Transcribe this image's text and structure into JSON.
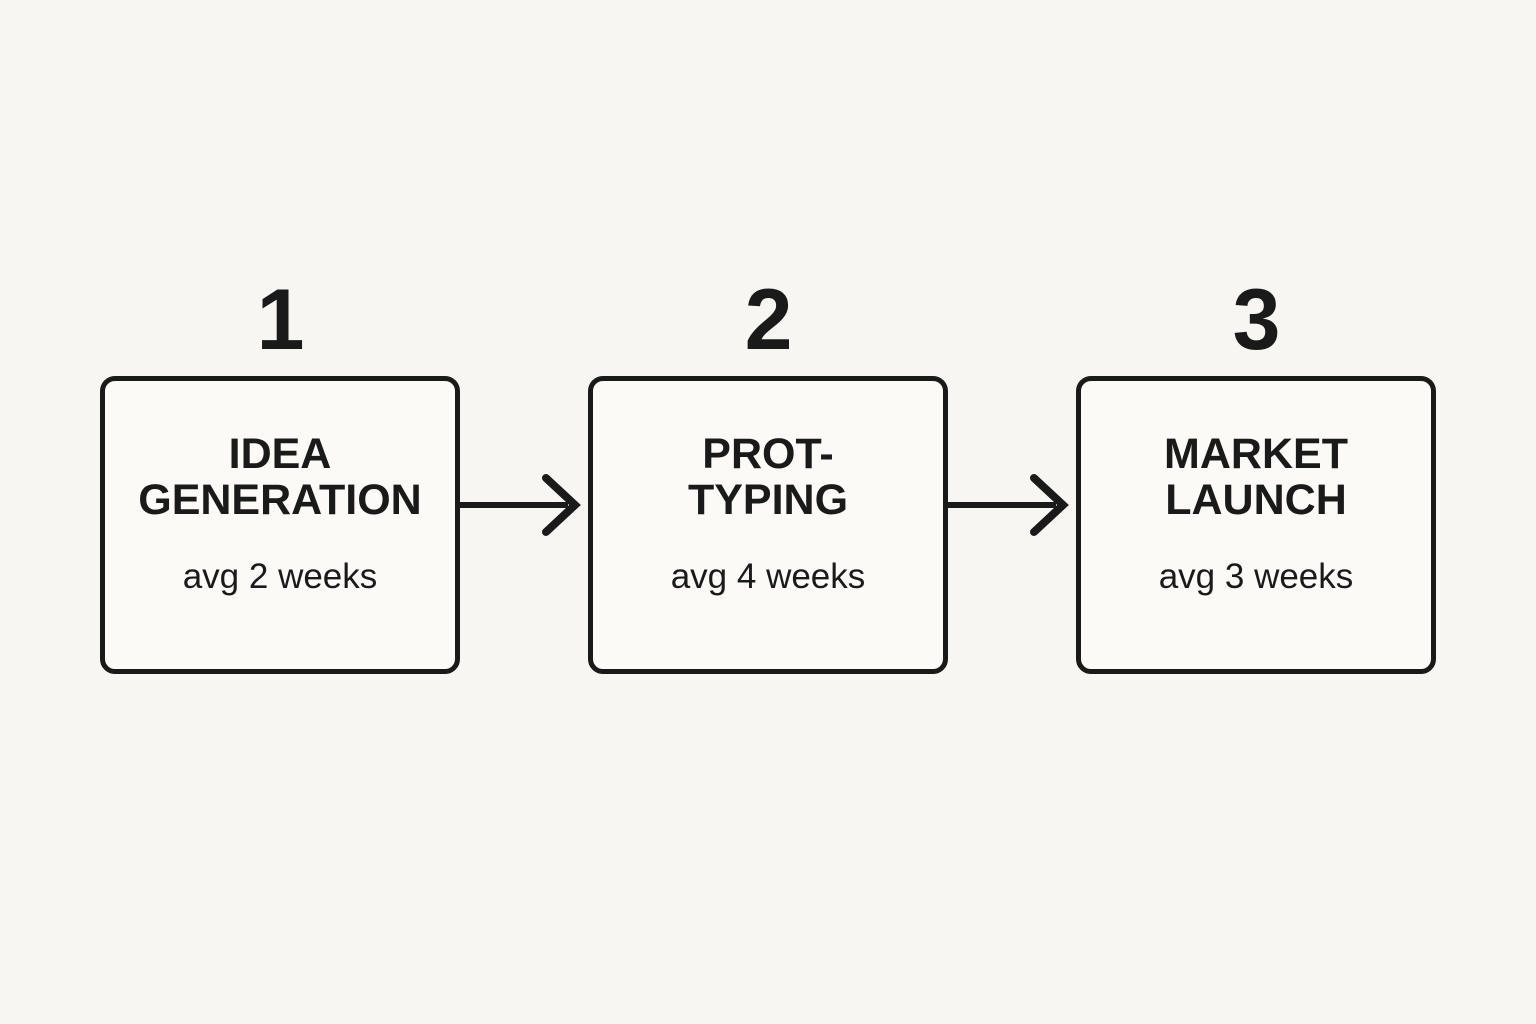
{
  "diagram": {
    "type": "linear-process-flow",
    "orientation": "horizontal",
    "background_color": "#F7F6F2",
    "box_fill_color": "#FBFAF7",
    "ink_color": "#1A1A1A",
    "step_count": 3,
    "steps": [
      {
        "number": "1",
        "title": "IDEA\nGENERATION",
        "title_line_1": "IDEA",
        "title_line_2": "GENERATION",
        "subtitle": "avg 2 weeks",
        "duration_value": 2,
        "duration_unit": "weeks"
      },
      {
        "number": "2",
        "title": "PROT-\nTYPING",
        "title_line_1": "PROT-",
        "title_line_2": "TYPING",
        "subtitle": "avg 4 weeks",
        "duration_value": 4,
        "duration_unit": "weeks"
      },
      {
        "number": "3",
        "title": "MARKET\nLAUNCH",
        "title_line_1": "MARKET",
        "title_line_2": "LAUNCH",
        "subtitle": "avg 3 weeks",
        "duration_value": 3,
        "duration_unit": "weeks"
      }
    ],
    "connectors": [
      {
        "from": "1",
        "to": "2",
        "style": "line-with-open-chevron-arrowhead"
      },
      {
        "from": "2",
        "to": "3",
        "style": "line-with-open-chevron-arrowhead"
      }
    ]
  }
}
